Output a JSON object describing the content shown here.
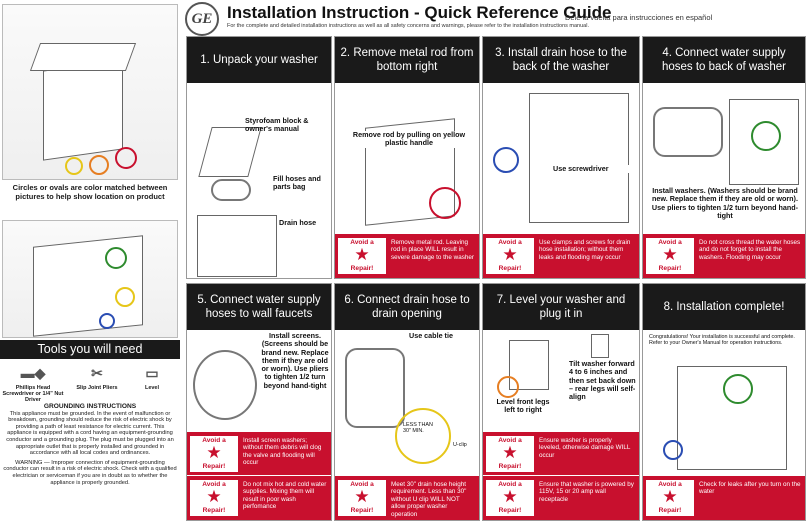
{
  "header": {
    "logo_text": "GE",
    "title": "Installation Instruction - Quick Reference Guide",
    "subtitle": "For the complete and detailed installation instructions as well as all safety concerns and warnings, please refer to the installation instructions manual.",
    "spanish_note": "Dele la vuelta para instrucciones en español"
  },
  "left": {
    "caption": "Circles or ovals are color matched between pictures to help show location on product",
    "tools_banner": "Tools you will need",
    "tools": [
      {
        "icon": "screwdriver-icon",
        "label": "Phillips Head Screwdriver or 1/4\" Nut Driver"
      },
      {
        "icon": "pliers-icon",
        "label": "Slip Joint Pliers"
      },
      {
        "icon": "level-icon",
        "label": "Level"
      }
    ],
    "grounding_title": "GROUNDING INSTRUCTIONS",
    "grounding_text": "This appliance must be grounded. In the event of malfunction or breakdown, grounding should reduce the risk of electric shock by providing a path of least resistance for electric current. This appliance is equipped with a cord having an equipment-grounding conductor and a grounding plug. The plug must be plugged into an appropriate outlet that is properly installed and grounded in accordance with all local codes and ordinances.",
    "warning_text": "WARNING — Improper connection of equipment-grounding conductor can result in a risk of electric shock. Check with a qualified electrician or serviceman if you are in doubt as to whether the appliance is properly grounded."
  },
  "avoid": {
    "top": "Avoid a",
    "bottom": "Repair!"
  },
  "steps": [
    {
      "title": "1. Unpack your washer",
      "labels": [
        "Styrofoam block & owner's manual",
        "Fill hoses and parts bag",
        "Drain hose"
      ],
      "avoid_text": ""
    },
    {
      "title": "2. Remove metal rod from bottom right",
      "labels": [
        "Remove rod by pulling on yellow plastic handle"
      ],
      "avoid_text": "Remove metal rod. Leaving rod in place WILL result in severe damage to the washer"
    },
    {
      "title": "3. Install drain hose to the back of the washer",
      "labels": [
        "Use screwdriver"
      ],
      "avoid_text": "Use clamps and screws for drain hose installation; without them leaks and flooding may occur"
    },
    {
      "title": "4. Connect water supply hoses to back of washer",
      "labels": [
        "Install washers. (Washers should be brand new. Replace them if they are old or worn). Use pliers to tighten 1/2 turn beyond hand-tight"
      ],
      "avoid_text": "Do not cross thread the water hoses and do not forget to install the washers. Flooding may occur"
    },
    {
      "title": "5. Connect water supply hoses to wall faucets",
      "labels": [
        "Install screens. (Screens should be brand new. Replace them if they are old or worn). Use pliers to tighten 1/2 turn beyond hand-tight"
      ],
      "avoid_text": "Install screen washers; without them debris will clog the valve and flooding will occur",
      "avoid_text_2": "Do not mix hot and cold water supplies. Mixing them will result in poor wash perfomance"
    },
    {
      "title": "6. Connect drain hose to drain opening",
      "labels": [
        "Use cable tie",
        "LESS THAN 30\" MIN.",
        "U-clip"
      ],
      "avoid_text": "Meet 30\" drain hose height requirement. Less than 30\" without U clip WILL NOT allow proper washer operation"
    },
    {
      "title": "7. Level your washer and plug it in",
      "labels": [
        "Level front legs left to right",
        "Tilt washer forward 4 to 6 inches and then set back down – rear legs will self-align"
      ],
      "avoid_text": "Ensure washer is properly leveled, otherwise damage WILL occur",
      "avoid_text_2": "Ensure that washer is powered by 115V, 15 or 20 amp wall receptacle"
    },
    {
      "title": "8. Installation complete!",
      "labels": [
        "Congratulations! Your installation is successful and complete. Refer to your Owner's Manual for operation instructions."
      ],
      "avoid_text": "Check for leaks after you turn on the water"
    }
  ],
  "colors": {
    "accent_red": "#c8102e",
    "banner_black": "#1a1a1a",
    "circle_green": "#2e8b2e",
    "circle_yellow": "#e6c619",
    "circle_blue": "#2a4db3",
    "circle_red": "#c8102e",
    "circle_orange": "#e67e22"
  }
}
